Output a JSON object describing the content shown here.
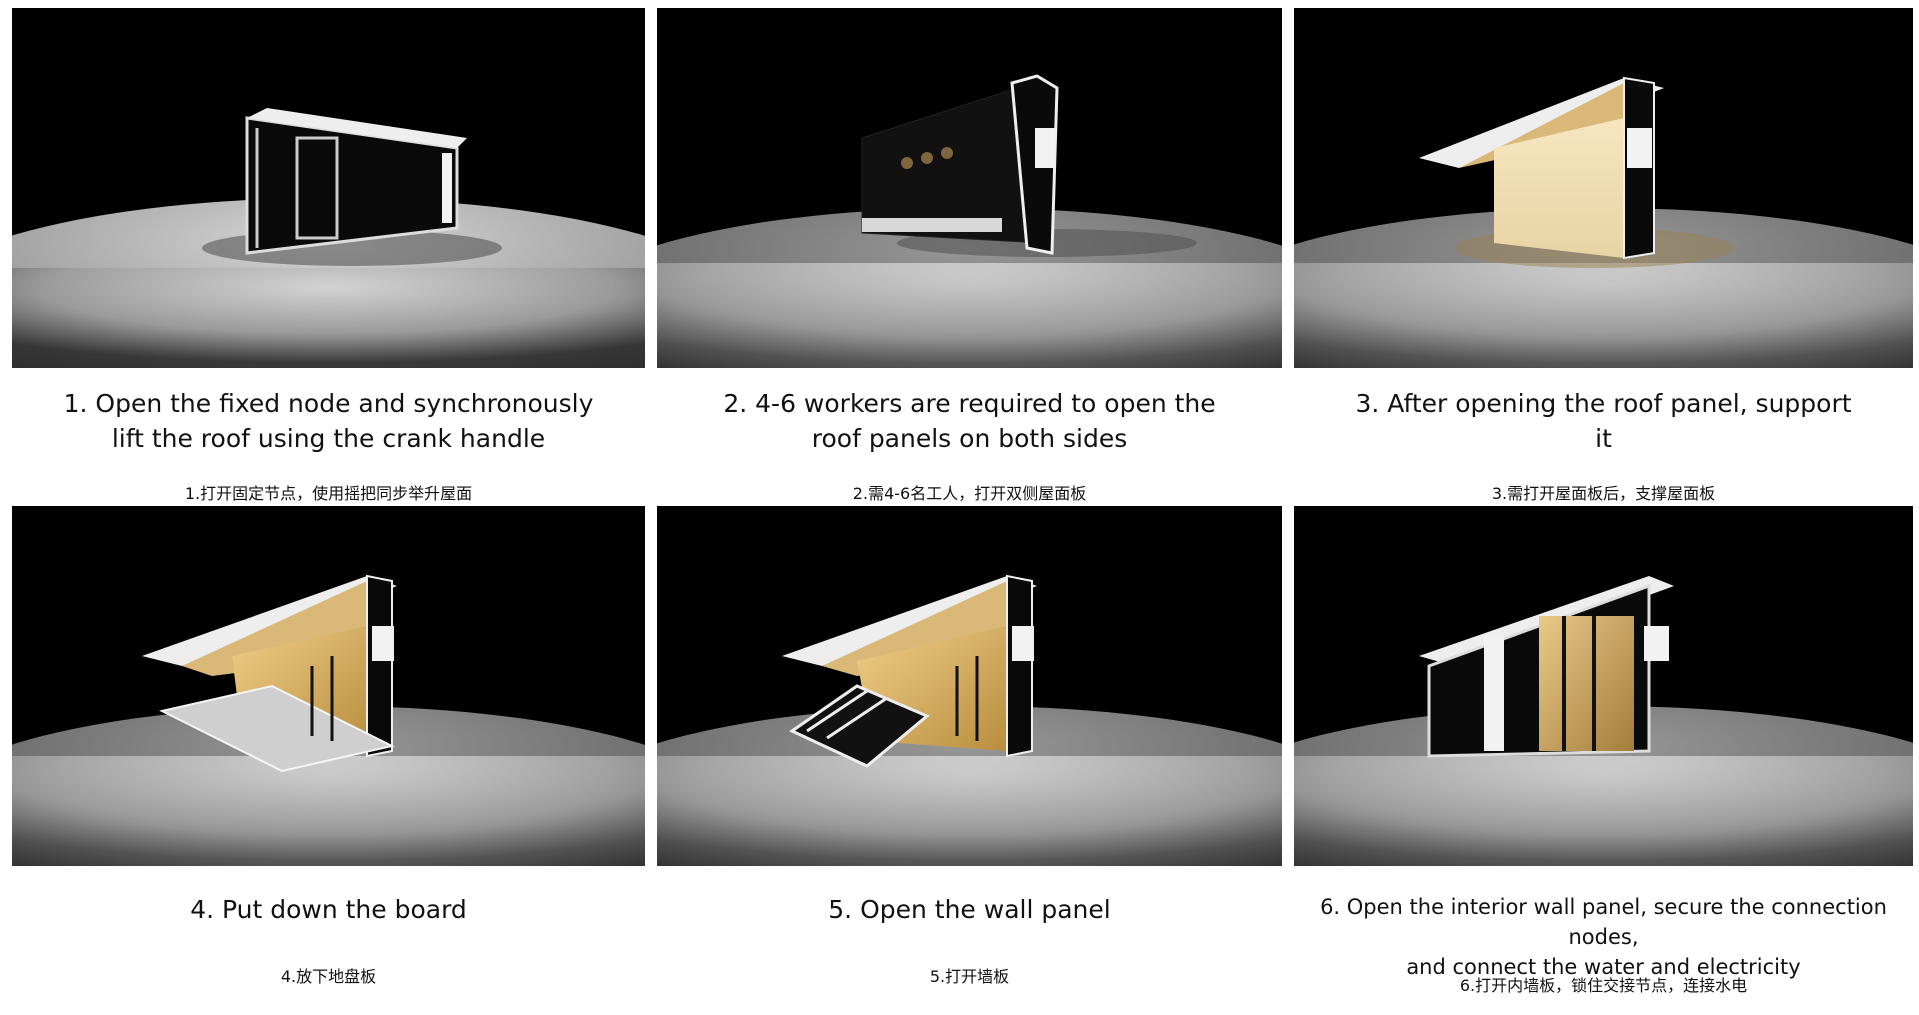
{
  "steps": [
    {
      "en": "1. Open the fixed node and synchronously\nlift the roof using the crank handle",
      "cn": "1.打开固定节点，使用摇把同步举升屋面"
    },
    {
      "en": "2. 4-6 workers are required to open the\nroof panels on both sides",
      "cn": "2.需4-6名工人，打开双侧屋面板"
    },
    {
      "en": "3. After opening the roof panel, support\nit",
      "cn": "3.需打开屋面板后，支撑屋面板"
    },
    {
      "en": "4. Put down the board",
      "cn": "4.放下地盘板"
    },
    {
      "en": "5. Open the wall panel",
      "cn": "5.打开墙板"
    },
    {
      "en": "6. Open the interior wall panel, secure the connection nodes,\nand connect the water and electricity",
      "cn": "6.打开内墙板，锁住交接节点，连接水电"
    }
  ],
  "colors": {
    "background": "#ffffff",
    "render_bg": "#000000",
    "floor": "#b8b8b8",
    "interior_glow": "#e8c37a",
    "text": "#111111"
  }
}
